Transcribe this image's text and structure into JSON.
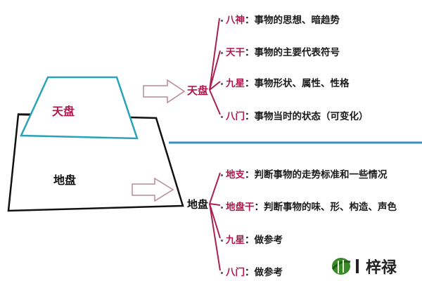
{
  "diagram": {
    "shapes": {
      "heaven_plate_label": "天盘",
      "earth_plate_label": "地盘"
    },
    "heaven": {
      "title": "天盘",
      "items": [
        {
          "key": "八神",
          "sep": "：",
          "desc": "事物的思想、暗趋势"
        },
        {
          "key": "天干",
          "sep": "：",
          "desc": "事物的主要代表符号"
        },
        {
          "key": "九星",
          "sep": "：",
          "desc": "事物形状、属性、性格"
        },
        {
          "key": "八门",
          "sep": "：",
          "desc": "事物当时的状态（可变化）"
        }
      ]
    },
    "earth": {
      "title": "地盘",
      "items": [
        {
          "key": "地支",
          "sep": "：",
          "desc": "判断事物的走势标准和一些情况"
        },
        {
          "key": "地盘干",
          "sep": "：",
          "desc": "判断事物的味、形、构造、声色"
        },
        {
          "key": "九星",
          "sep": "：",
          "desc": "做参考"
        },
        {
          "key": "八门",
          "sep": "：",
          "desc": "做参考"
        }
      ]
    },
    "colors": {
      "heaven_outline": "#2aa3b8",
      "earth_outline": "#111111",
      "accent_red": "#b0174a",
      "divider": "#3b8fc0"
    }
  },
  "watermark": {
    "text": "梓禄"
  }
}
